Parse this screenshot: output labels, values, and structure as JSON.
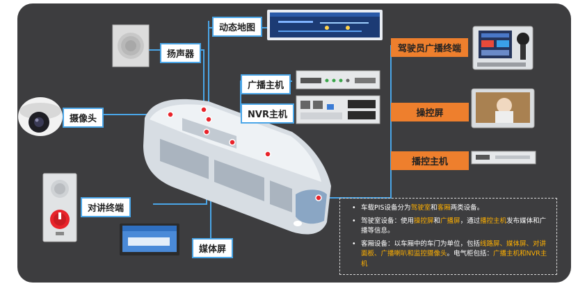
{
  "labels": {
    "dynamic_map": "动态地图",
    "speaker": "扬声器",
    "broadcast_host": "广播主机",
    "nvr_host": "NVR主机",
    "camera": "摄像头",
    "intercom": "对讲终端",
    "media_screen": "媒体屏",
    "driver_terminal": "驾驶员广播终端",
    "control_screen": "操控屏",
    "playback_host": "播控主机"
  },
  "note": {
    "line1": {
      "a": "车载PIS设备分为",
      "b": "驾驶室",
      "c": "和",
      "d": "客厢",
      "e": "两类设备。"
    },
    "line2": {
      "a": "驾驶室设备：使用",
      "b": "操控屏",
      "c": "和",
      "d": "广播屏",
      "e": "，通过",
      "f": "播控主机",
      "g": "发布媒体和广播等信息。"
    },
    "line3": {
      "a": "客厢设备：以车厢中的车门为单位，包括",
      "b": "线路屏、媒体屏、对讲面板、广播喇叭和监控摄像头",
      "c": "。电气柜包括：",
      "d": "广播主机和NVR主机"
    }
  },
  "colors": {
    "panel_bg": "#3d3d3f",
    "accent_blue": "#4aa6e8",
    "accent_orange": "#ee7f2d",
    "highlight": "#ffb000",
    "node_red": "#e8232a"
  }
}
